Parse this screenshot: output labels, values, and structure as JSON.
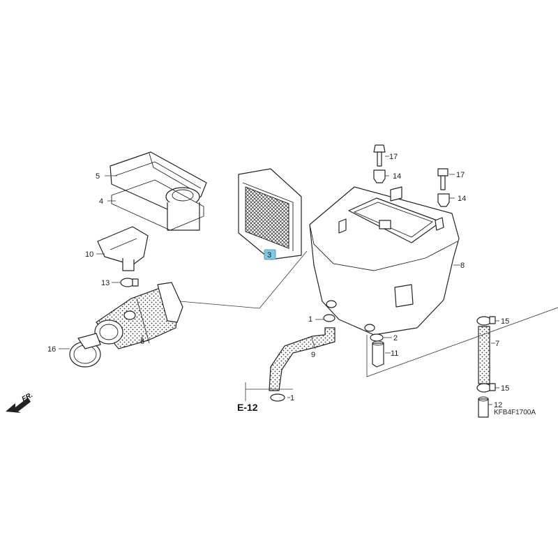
{
  "diagram": {
    "drawing_code": "KFB4F1700A",
    "reference_page": "E-12",
    "front_marker": "FR.",
    "highlight_color": "#7ec8e3",
    "callouts": {
      "p1": "1",
      "p2": "2",
      "p3": "3",
      "p4": "4",
      "p5": "5",
      "p6": "6",
      "p7": "7",
      "p8": "8",
      "p9": "9",
      "p10": "10",
      "p11": "11",
      "p12": "12",
      "p13": "13",
      "p14a": "14",
      "p14b": "14",
      "p15a": "15",
      "p15b": "15",
      "p16": "16",
      "p17a": "17",
      "p17b": "17"
    }
  }
}
